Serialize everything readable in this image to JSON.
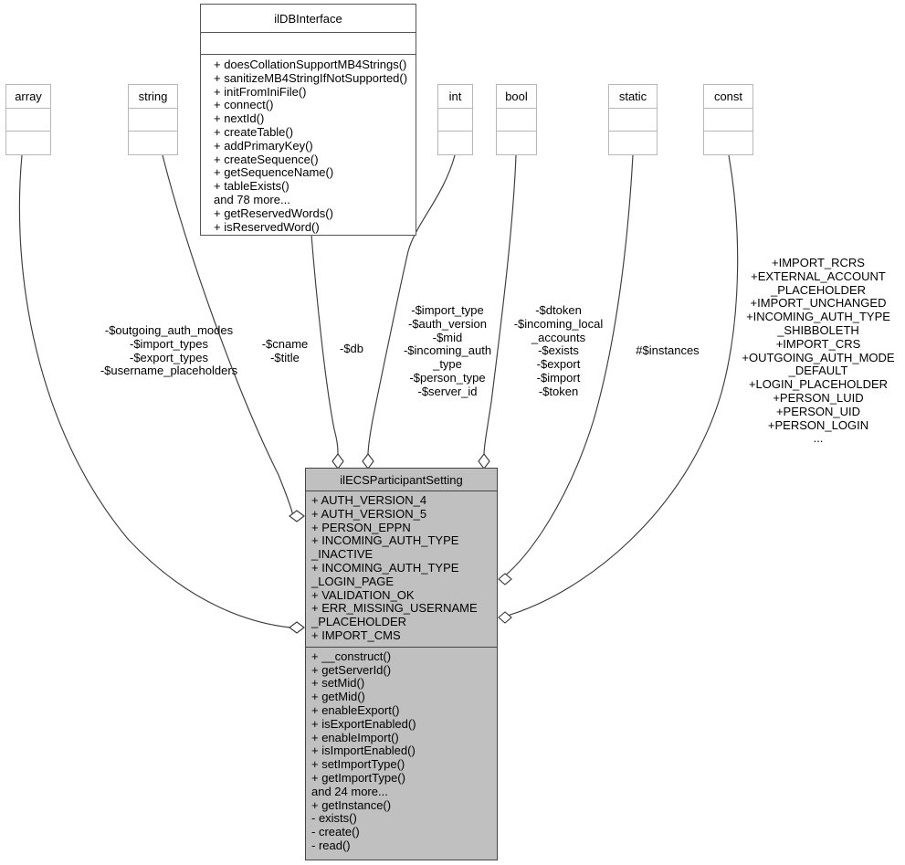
{
  "diagram": {
    "title": "ilECSParticipantSetting collaboration diagram",
    "background": "#ffffff",
    "main_class_fill": "#c0c0c0",
    "type_box_border": "#b7b7b7",
    "edge_color": "#3c3c3c"
  },
  "type_boxes": [
    {
      "name": "array",
      "title": "array"
    },
    {
      "name": "string",
      "title": "string"
    },
    {
      "name": "int",
      "title": "int"
    },
    {
      "name": "bool",
      "title": "bool"
    },
    {
      "name": "static",
      "title": "static"
    },
    {
      "name": "const",
      "title": "const"
    }
  ],
  "interface_box": {
    "title": "ilDBInterface",
    "attributes": [],
    "operations": [
      "+ doesCollationSupportMB4Strings()",
      "+ sanitizeMB4StringIfNotSupported()",
      "+ initFromIniFile()",
      "+ connect()",
      "+ nextId()",
      "+ createTable()",
      "+ addPrimaryKey()",
      "+ createSequence()",
      "+ getSequenceName()",
      "+ tableExists()",
      "and 78 more...",
      "+ getReservedWords()",
      "+ isReservedWord()"
    ]
  },
  "main_class": {
    "title": "ilECSParticipantSetting",
    "attributes": [
      "+ AUTH_VERSION_4",
      "+ AUTH_VERSION_5",
      "+ PERSON_EPPN",
      "+ INCOMING_AUTH_TYPE",
      "_INACTIVE",
      "+ INCOMING_AUTH_TYPE",
      "_LOGIN_PAGE",
      "+ VALIDATION_OK",
      "+ ERR_MISSING_USERNAME",
      "_PLACEHOLDER",
      "+ IMPORT_CMS"
    ],
    "operations": [
      "+ __construct()",
      "+ getServerId()",
      "+ setMid()",
      "+ getMid()",
      "+ enableExport()",
      "+ isExportEnabled()",
      "+ enableImport()",
      "+ isImportEnabled()",
      "+ setImportType()",
      "+ getImportType()",
      "and 24 more...",
      "+ getInstance()",
      "- exists()",
      "- create()",
      "- read()"
    ]
  },
  "edge_labels": [
    {
      "name": "array-edge-label",
      "text": "-$outgoing_auth_modes\n-$import_types\n-$export_types\n-$username_placeholders"
    },
    {
      "name": "string-edge-label",
      "text": "-$cname\n-$title"
    },
    {
      "name": "ildbinterface-edge-label",
      "text": "-$db"
    },
    {
      "name": "int-edge-label",
      "text": "-$import_type\n-$auth_version\n-$mid\n-$incoming_auth\n_type\n-$person_type\n-$server_id"
    },
    {
      "name": "bool-edge-label",
      "text": "-$dtoken\n-$incoming_local\n_accounts\n-$exists\n-$export\n-$import\n-$token"
    },
    {
      "name": "static-edge-label",
      "text": "#$instances"
    },
    {
      "name": "const-edge-label",
      "text": "+IMPORT_RCRS\n+EXTERNAL_ACCOUNT\n_PLACEHOLDER\n+IMPORT_UNCHANGED\n+INCOMING_AUTH_TYPE\n_SHIBBOLETH\n+IMPORT_CRS\n+OUTGOING_AUTH_MODE\n_DEFAULT\n+LOGIN_PLACEHOLDER\n+PERSON_LUID\n+PERSON_UID\n+PERSON_LOGIN\n..."
    }
  ]
}
